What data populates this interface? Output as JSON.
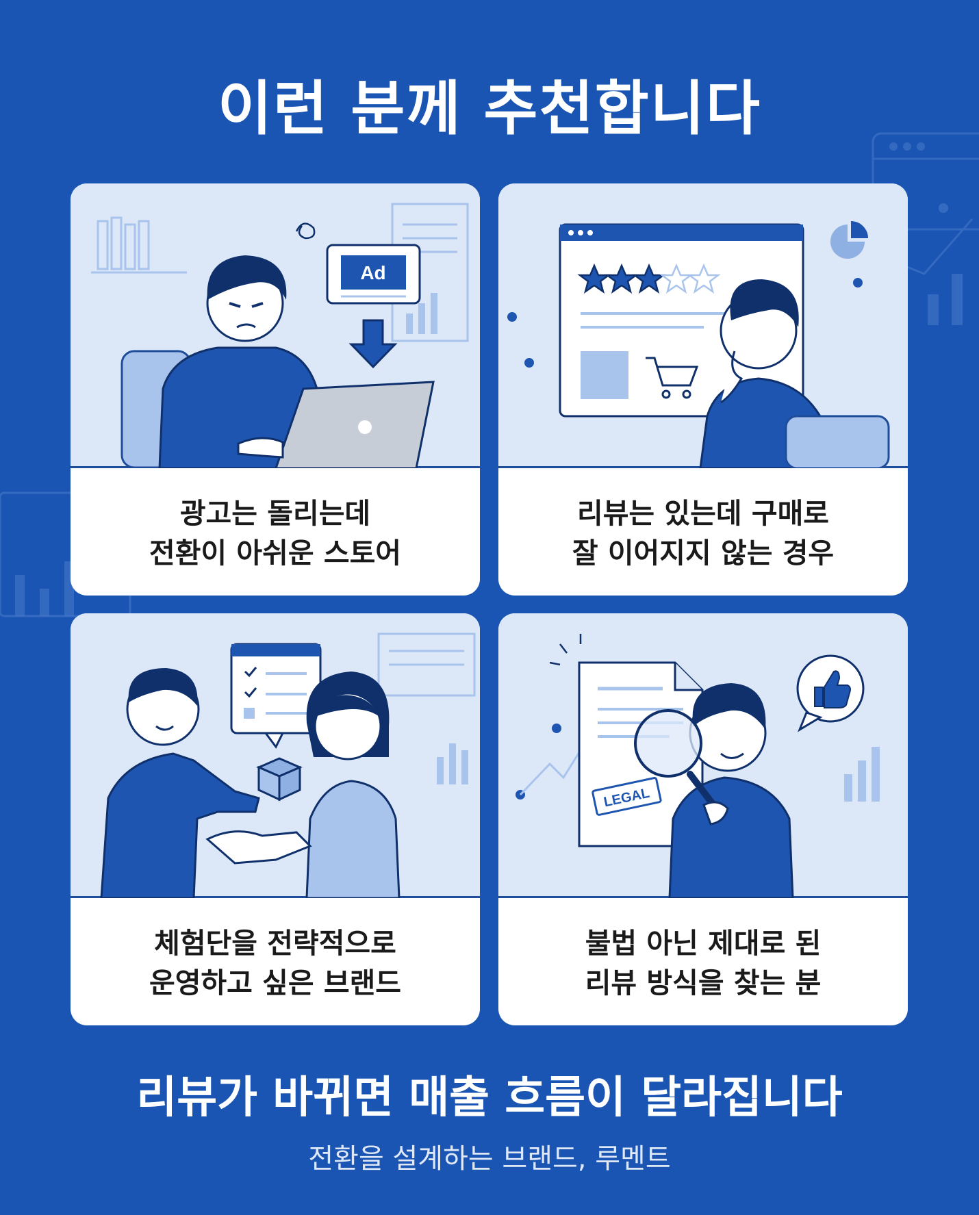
{
  "title": "이런 분께 추천합니다",
  "cards": [
    {
      "line1": "광고는 돌리는데",
      "line2": "전환이 아쉬운 스토어",
      "illustration": "frustrated-laptop-ad",
      "ad_label": "Ad"
    },
    {
      "line1": "리뷰는 있는데 구매로",
      "line2": "잘 이어지지 않는 경우",
      "illustration": "thinking-review-stars",
      "stars_filled": 3,
      "stars_total": 5
    },
    {
      "line1": "체험단을 전략적으로",
      "line2": "운영하고 싶은 브랜드",
      "illustration": "handshake-package"
    },
    {
      "line1": "불법 아닌 제대로 된",
      "line2": "리뷰 방식을 찾는 분",
      "illustration": "magnifier-legal-document",
      "stamp_label": "LEGAL"
    }
  ],
  "headline": "리뷰가 바뀌면 매출 흐름이 달라집니다",
  "subline": "전환을 설계하는 브랜드, 루멘트",
  "colors": {
    "background": "#1b55b3",
    "navy": "#1e4d9c",
    "light": "#dce8f8",
    "mid": "#9dbbe6"
  }
}
